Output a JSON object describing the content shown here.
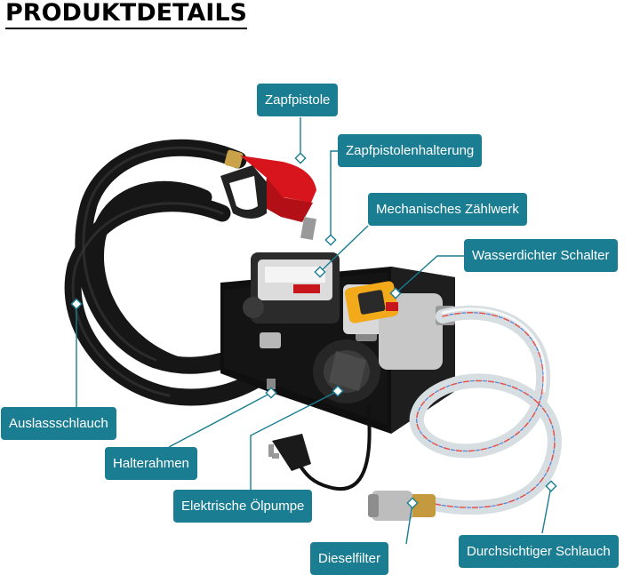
{
  "header": {
    "title": "PRODUKTDETAILS"
  },
  "callouts": {
    "zapfpistole": "Zapfpistole",
    "zapfpistolenhalterung": "Zapfpistolenhalterung",
    "zaehlwerk": "Mechanisches Zählwerk",
    "schalter": "Wasserdichter Schalter",
    "auslassschlauch": "Auslassschlauch",
    "halterahmen": "Halterahmen",
    "oelpumpe": "Elektrische Ölpumpe",
    "dieselfilter": "Dieselfilter",
    "schlauch": "Durchsichtiger Schlauch"
  },
  "colors": {
    "callout_bg": "#1b7d91",
    "callout_text": "#ffffff",
    "nozzle_red": "#d8141c",
    "switch_yellow": "#f2a91a",
    "hose_black": "#1a1a1a",
    "frame_black": "#111111"
  },
  "icons": [
    "fuel-nozzle-image",
    "pump-unit-image",
    "power-plug-image",
    "clear-hose-image",
    "diesel-filter-image"
  ]
}
